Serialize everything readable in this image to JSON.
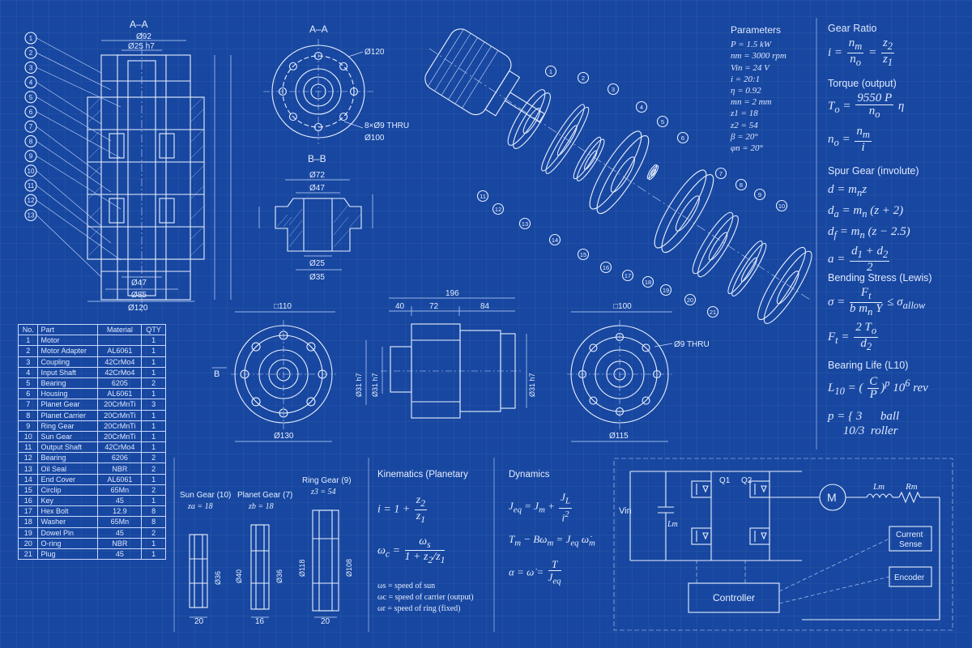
{
  "drawing": {
    "view_aa_top": "A–A",
    "view_aa_right": "A–A",
    "view_bb": "B–B",
    "b_marker": "B"
  },
  "section_view": {
    "balloons": [
      "1",
      "2",
      "3",
      "4",
      "5",
      "6",
      "7",
      "8",
      "9",
      "10",
      "11",
      "12",
      "13"
    ],
    "dim_top_outer": "Ø92",
    "dim_top_inner": "Ø25 h7",
    "dim_bottom_1": "Ø47",
    "dim_bottom_2": "Ø85",
    "dim_bottom_3": "Ø120"
  },
  "flange_aa": {
    "dim_outer": "Ø120",
    "holes": "8×Ø9 THRU",
    "dim_pcd": "Ø100"
  },
  "section_bb": {
    "dim_outer": "Ø72",
    "dim_mid": "Ø47",
    "dim_bore": "Ø25",
    "dim_base": "Ø35"
  },
  "front_view": {
    "square": "□110",
    "dim": "Ø130"
  },
  "side_view": {
    "overall": "196",
    "seg1": "40",
    "seg2": "72",
    "seg3": "84",
    "dia_left": "Ø31 h7",
    "dia_mid": "Ø31 h7",
    "dia_right": "Ø31 h7"
  },
  "rear_view": {
    "square": "□100",
    "holes": "Ø9 THRU",
    "dim": "Ø115"
  },
  "parameters": {
    "title": "Parameters",
    "rows": [
      "P = 1.5 kW",
      "nm = 3000 rpm",
      "Vin = 24 V",
      "i = 20:1",
      "η = 0.92",
      "mn = 2 mm",
      "z1 = 18",
      "z2 = 54",
      "β = 20°",
      "φn = 20°"
    ]
  },
  "formulas": {
    "gear_ratio": "Gear Ratio",
    "torque": "Torque (output)",
    "spur": "Spur Gear (involute)",
    "bending": "Bending Stress (Lewis)",
    "bearing": "Bearing Life (L10)",
    "ball": "ball",
    "roller": "roller",
    "rev": "rev"
  },
  "bom": {
    "headers": [
      "No.",
      "Part",
      "Material",
      "QTY"
    ],
    "rows": [
      [
        "1",
        "Motor",
        "",
        "1"
      ],
      [
        "2",
        "Motor Adapter",
        "AL6061",
        "1"
      ],
      [
        "3",
        "Coupling",
        "42CrMo4",
        "1"
      ],
      [
        "4",
        "Input Shaft",
        "42CrMo4",
        "1"
      ],
      [
        "5",
        "Bearing",
        "6205",
        "2"
      ],
      [
        "6",
        "Housing",
        "AL6061",
        "1"
      ],
      [
        "7",
        "Planet Gear",
        "20CrMnTi",
        "3"
      ],
      [
        "8",
        "Planet Carrier",
        "20CrMnTi",
        "1"
      ],
      [
        "9",
        "Ring Gear",
        "20CrMnTi",
        "1"
      ],
      [
        "10",
        "Sun Gear",
        "20CrMnTi",
        "1"
      ],
      [
        "11",
        "Output Shaft",
        "42CrMo4",
        "1"
      ],
      [
        "12",
        "Bearing",
        "6206",
        "2"
      ],
      [
        "13",
        "Oil Seal",
        "NBR",
        "2"
      ],
      [
        "14",
        "End Cover",
        "AL6061",
        "1"
      ],
      [
        "15",
        "Circlip",
        "65Mn",
        "2"
      ],
      [
        "16",
        "Key",
        "45",
        "1"
      ],
      [
        "17",
        "Hex Bolt",
        "12.9",
        "8"
      ],
      [
        "18",
        "Washer",
        "65Mn",
        "8"
      ],
      [
        "19",
        "Dowel Pin",
        "45",
        "2"
      ],
      [
        "20",
        "O-ring",
        "NBR",
        "1"
      ],
      [
        "21",
        "Plug",
        "45",
        "1"
      ]
    ]
  },
  "gears": {
    "sun_title": "Sun Gear (10)",
    "sun_z": "za = 18",
    "sun_w": "20",
    "planet_title": "Planet Gear (7)",
    "planet_z": "zb = 18",
    "planet_w": "16",
    "ring_title": "Ring Gear (9)",
    "ring_z": "z3 = 54",
    "ring_w": "20"
  },
  "kinematics": {
    "title": "Kinematics (Planetary",
    "legend": [
      "ωs = speed of sun",
      "ωc = speed of carrier (output)",
      "ωr = speed of ring (fixed)"
    ]
  },
  "dynamics": {
    "title": "Dynamics"
  },
  "circuit": {
    "vin": "Vin",
    "lm_cap": "Lm",
    "q1": "Q1",
    "q2": "Q2",
    "motor": "M",
    "lm": "Lm",
    "rm": "Rm",
    "sense": "Current Sense",
    "encoder": "Encoder",
    "controller": "Controller"
  },
  "exploded_balloons": [
    "1",
    "2",
    "3",
    "4",
    "5",
    "6",
    "7",
    "8",
    "9",
    "10",
    "11",
    "12",
    "13",
    "14",
    "15",
    "16",
    "17",
    "18",
    "19",
    "20",
    "21"
  ]
}
